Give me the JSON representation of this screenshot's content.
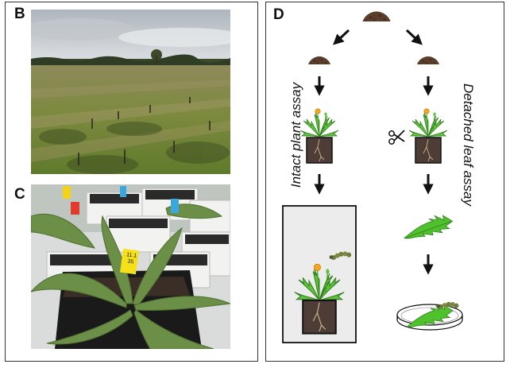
{
  "panels": {
    "b": {
      "letter": "B"
    },
    "c": {
      "letter": "C",
      "tags": [
        {
          "text": "",
          "color": "#f5d21a"
        },
        {
          "text": "",
          "color": "#e23b2e"
        },
        {
          "text": "",
          "color": "#3aa7de"
        },
        {
          "text": "",
          "color": "#3aa7de"
        },
        {
          "text": "11.1\n35",
          "color": "#f5e01a"
        }
      ]
    },
    "d": {
      "letter": "D",
      "left_label": "Intact plant assay",
      "right_label": "Detached leaf assay"
    }
  },
  "colors": {
    "soil": "#5a3e2b",
    "leaf": "#58c23a",
    "leaf_dark": "#2f7d1c",
    "pot": "#4a3a33",
    "flower": "#f4a81c",
    "arrow": "#111111",
    "sky": "#c9ced3",
    "grass": "#7d8a3f"
  },
  "icons": [
    "soil-heap-icon",
    "arrow-icon",
    "dandelion-pot-icon",
    "scissors-icon",
    "caterpillar-icon",
    "leaf-icon",
    "petri-dish-icon"
  ]
}
